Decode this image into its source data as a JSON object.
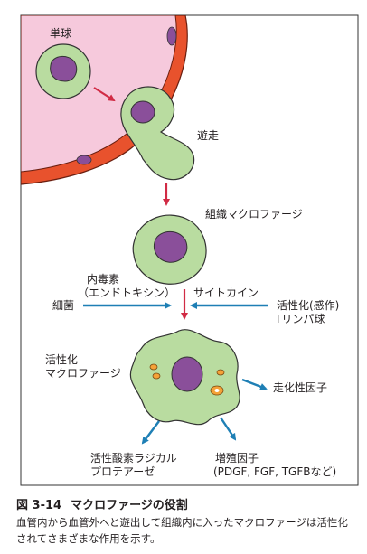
{
  "labels": {
    "monocyte": "単球",
    "migration": "遊走",
    "tissue_macrophage": "組織マクロファージ",
    "endotoxin_line1": "内毒素",
    "endotoxin_line2": "（エンドトキシン）",
    "bacteria": "細菌",
    "cytokine": "サイトカイン",
    "sensitized_line1": "活性化(感作)",
    "sensitized_line2": "Tリンパ球",
    "activated_line1": "活性化",
    "activated_line2": "マクロファージ",
    "chemotactic": "走化性因子",
    "ros_line1": "活性酸素ラジカル",
    "ros_line2": "プロテアーゼ",
    "growth_line1": "増殖因子",
    "growth_line2": "(PDGF, FGF, TGFBなど)"
  },
  "caption": {
    "number": "図 3-14",
    "title": "マクロファージの役割",
    "body": "血管内から血管外へと遊出して組織内に入ったマクロファージは活性化されてさまざまな作用を示す。"
  },
  "colors": {
    "vessel_lumen": "#f6c9dc",
    "vessel_wall": "#e8522d",
    "cell_body": "#b9dca0",
    "nucleus": "#8a4f9a",
    "granule": "#f5a238",
    "arrow_blue": "#1e7fb5",
    "arrow_red": "#d12b45"
  }
}
